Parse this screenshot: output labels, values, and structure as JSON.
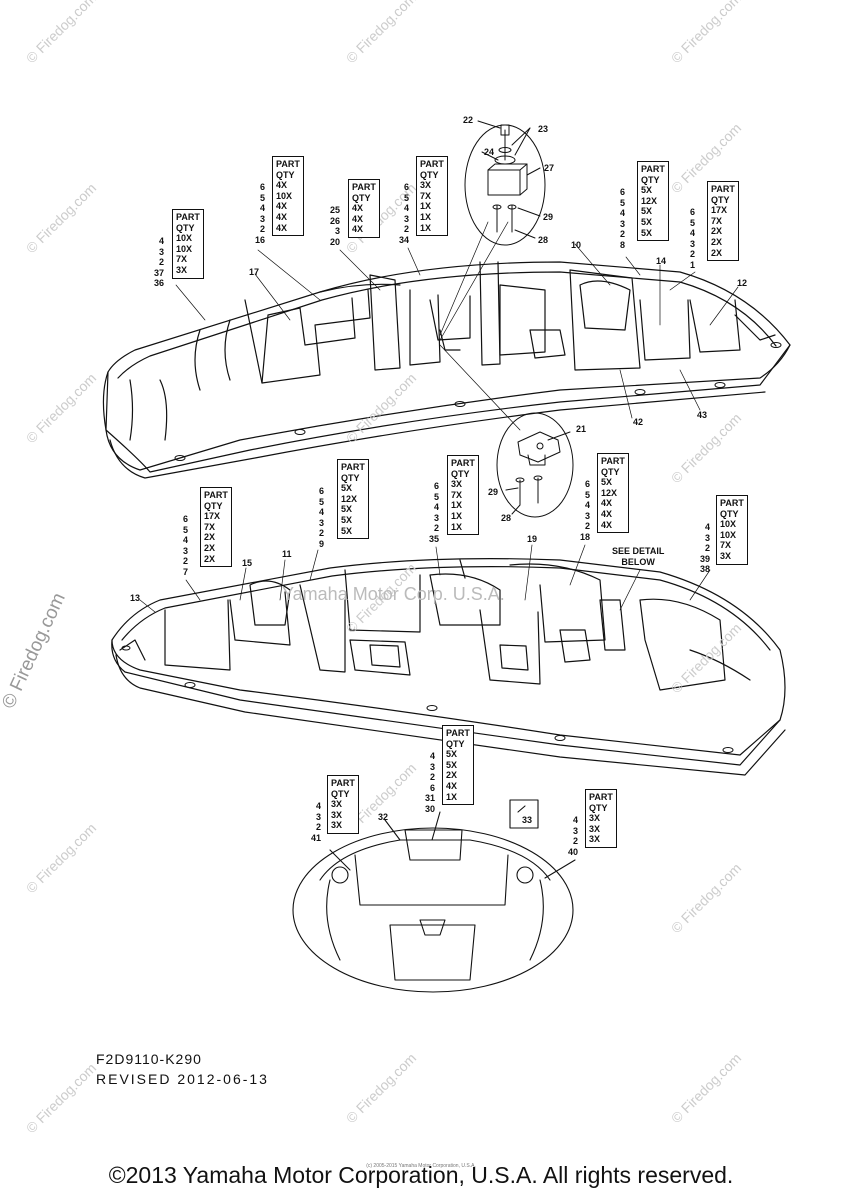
{
  "watermark": "© Firedog.com",
  "center_watermark": "Yamaha Motor Corp. U.S.A.",
  "diagram_code": "F2D9110-K290",
  "revised": "REVISED  2012-06-13",
  "footer_copyright": "©2013 Yamaha Motor Corporation, U.S.A. All rights reserved.",
  "footer_small": "(c) 2005-2015 Yamaha Motor Corporation, U.S.A.",
  "detail_note": "SEE DETAIL\nBELOW",
  "qty_tables": [
    {
      "refs": "4\n3\n2\n37\n36",
      "qtys": "10X\n10X\n7X\n3X"
    },
    {
      "refs": "6\n5\n4\n3\n2\n16",
      "qtys": "4X\n10X\n4X\n4X\n4X"
    },
    {
      "refs": "25\n26\n3\n20",
      "qtys": "4X\n4X\n4X"
    },
    {
      "refs": "6\n5\n4\n3\n2\n34",
      "qtys": "3X\n7X\n1X\n1X\n1X"
    },
    {
      "refs": "6\n5\n4\n3\n2\n8",
      "qtys": "5X\n12X\n5X\n5X\n5X"
    },
    {
      "refs": "6\n5\n4\n3\n2\n1",
      "qtys": "17X\n7X\n2X\n2X\n2X"
    },
    {
      "refs": "6\n5\n4\n3\n2\n7",
      "qtys": "17X\n7X\n2X\n2X\n2X"
    },
    {
      "refs": "6\n5\n4\n3\n2\n9",
      "qtys": "5X\n12X\n5X\n5X\n5X"
    },
    {
      "refs": "6\n5\n4\n3\n2\n35",
      "qtys": "3X\n7X\n1X\n1X\n1X"
    },
    {
      "refs": "6\n5\n4\n3\n2\n18",
      "qtys": "5X\n12X\n4X\n4X\n4X"
    },
    {
      "refs": "4\n3\n2\n39\n38",
      "qtys": "10X\n10X\n7X\n3X"
    },
    {
      "refs": "4\n3\n2\n6\n31\n30",
      "qtys": "5X\n5X\n2X\n4X\n1X"
    },
    {
      "refs": "4\n3\n2\n41",
      "qtys": "3X\n3X\n3X"
    },
    {
      "refs": "4\n3\n2\n40",
      "qtys": "3X\n3X\n3X"
    }
  ],
  "qty_header": "PART\nQTY",
  "callouts": [
    "22",
    "23",
    "24",
    "27",
    "29",
    "28",
    "17",
    "10",
    "14",
    "12",
    "42",
    "43",
    "21",
    "29",
    "28",
    "15",
    "11",
    "13",
    "19",
    "32",
    "33"
  ]
}
